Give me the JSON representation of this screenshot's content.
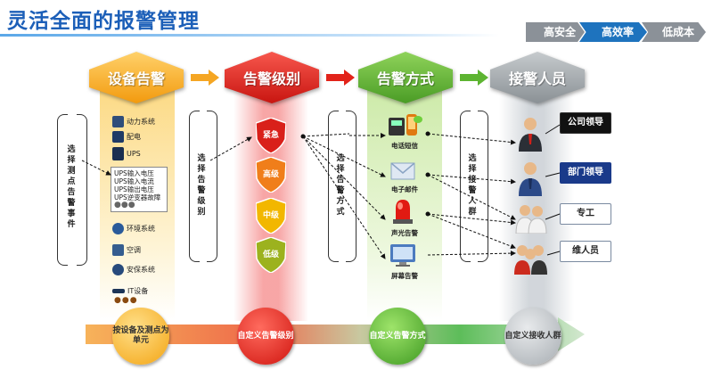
{
  "title": "灵活全面的报警管理",
  "steps": [
    "高安全",
    "高效率",
    "低成本"
  ],
  "headers": [
    "设备告警",
    "告警级别",
    "告警方式",
    "接警人员"
  ],
  "brackets": {
    "select_points": "选择测点告警事件",
    "select_level": "选择告警级别",
    "select_method": "选择告警方式",
    "select_group": "选择接警人群"
  },
  "devices": {
    "power": "动力系统",
    "distribution": "配电",
    "ups": "UPS",
    "ups_items": [
      "UPS输入电压",
      "UPS输入电流",
      "UPS输出电压",
      "UPS逆变器故障"
    ],
    "env": "环境系统",
    "ac": "空调",
    "security": "安保系统",
    "it": "IT设备"
  },
  "levels": [
    "紧急",
    "高级",
    "中级",
    "低级"
  ],
  "level_colors": [
    "#d9201a",
    "#f07e1a",
    "#f2b700",
    "#9cb21e"
  ],
  "methods": [
    "电话短信",
    "电子邮件",
    "声光告警",
    "屏幕告警"
  ],
  "people": [
    "公司领导",
    "部门领导",
    "专工",
    "维人员"
  ],
  "bottom": [
    "按设备及测点为单元",
    "自定义告警级别",
    "自定义告警方式",
    "自定义接收人群"
  ],
  "colors": {
    "title": "#1c5fb8",
    "orange": "#f5a623",
    "red": "#e2231a",
    "green": "#5db431",
    "gray": "#9aa0a6"
  }
}
